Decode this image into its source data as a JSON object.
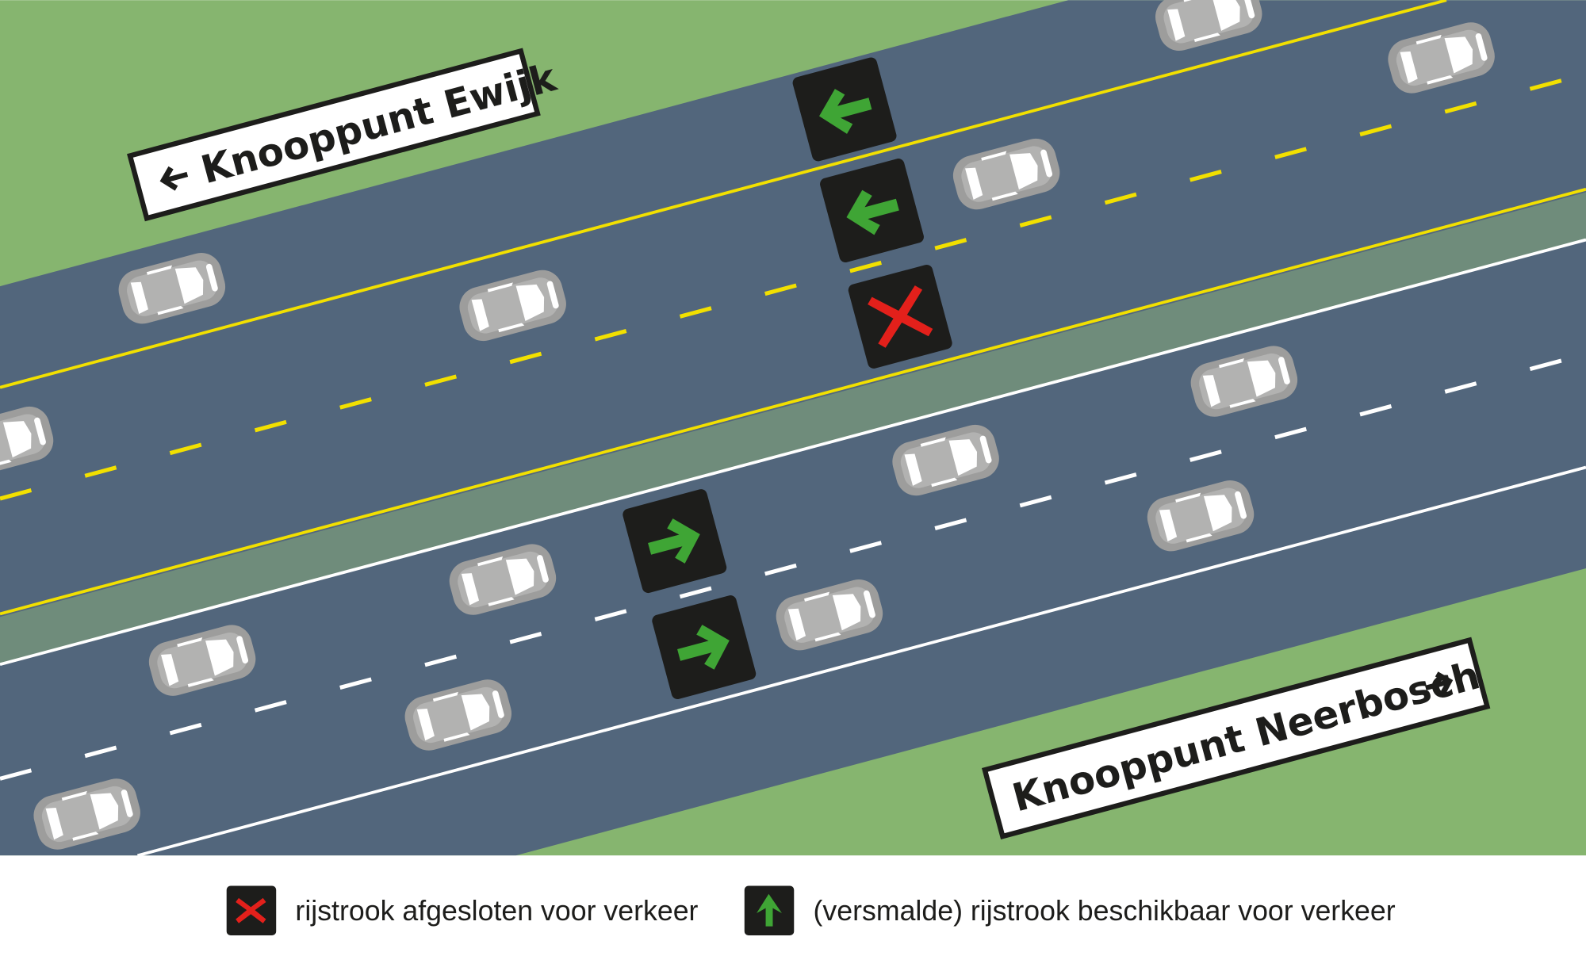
{
  "signs": {
    "top": {
      "label": "Knooppunt Ewijk",
      "arrow": "arrow-left-icon"
    },
    "bottom": {
      "label": "Knooppunt Neerbosch",
      "arrow": "arrow-right-icon"
    }
  },
  "lane_signals": {
    "upper_carriageway": [
      "arrow-left-green",
      "arrow-left-green",
      "cross-red"
    ],
    "lower_carriageway": [
      "arrow-right-green",
      "arrow-right-green"
    ]
  },
  "legend": {
    "closed": {
      "icon": "red-cross-icon",
      "label": "rijstrook afgesloten voor verkeer"
    },
    "open": {
      "icon": "green-arrow-up-icon",
      "label": "(versmalde) rijstrook beschikbaar voor verkeer"
    }
  },
  "colors": {
    "grass": "#86b56f",
    "road": "#52667c",
    "median": "#6f8c7b",
    "yellow_line": "#f2e000",
    "signal_green": "#3fa535",
    "signal_red": "#e3201b",
    "signal_bg": "#1d1d1b"
  }
}
